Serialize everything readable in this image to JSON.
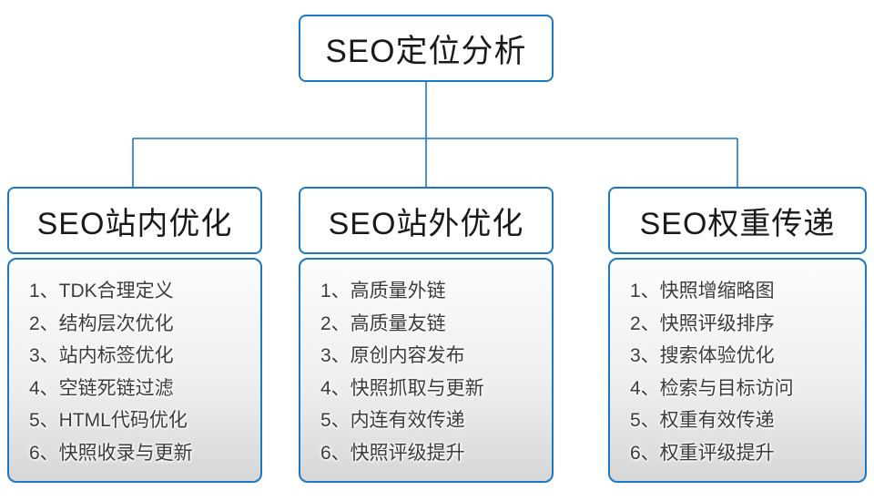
{
  "diagram": {
    "root": {
      "label": "SEO定位分析"
    },
    "branches": [
      {
        "title": "SEO站内优化",
        "items": [
          "1、TDK合理定义",
          "2、结构层次优化",
          "3、站内标签优化",
          "4、空链死链过滤",
          "5、HTML代码优化",
          "6、快照收录与更新"
        ]
      },
      {
        "title": "SEO站外优化",
        "items": [
          "1、高质量外链",
          "2、高质量友链",
          "3、原创内容发布",
          "4、快照抓取与更新",
          "5、内连有效传递",
          "6、快照评级提升"
        ]
      },
      {
        "title": "SEO权重传递",
        "items": [
          "1、快照增缩略图",
          "2、快照评级排序",
          "3、搜索体验优化",
          "4、检索与目标访问",
          "5、权重有效传递",
          "6、权重评级提升"
        ]
      }
    ],
    "colors": {
      "line_blue": "#1b78c3",
      "header_text": "#1a1a1a",
      "item_text": "#3c3c3c",
      "body_gradient_top": "#fcfcfc",
      "body_gradient_bottom": "#d7d7d7"
    }
  }
}
